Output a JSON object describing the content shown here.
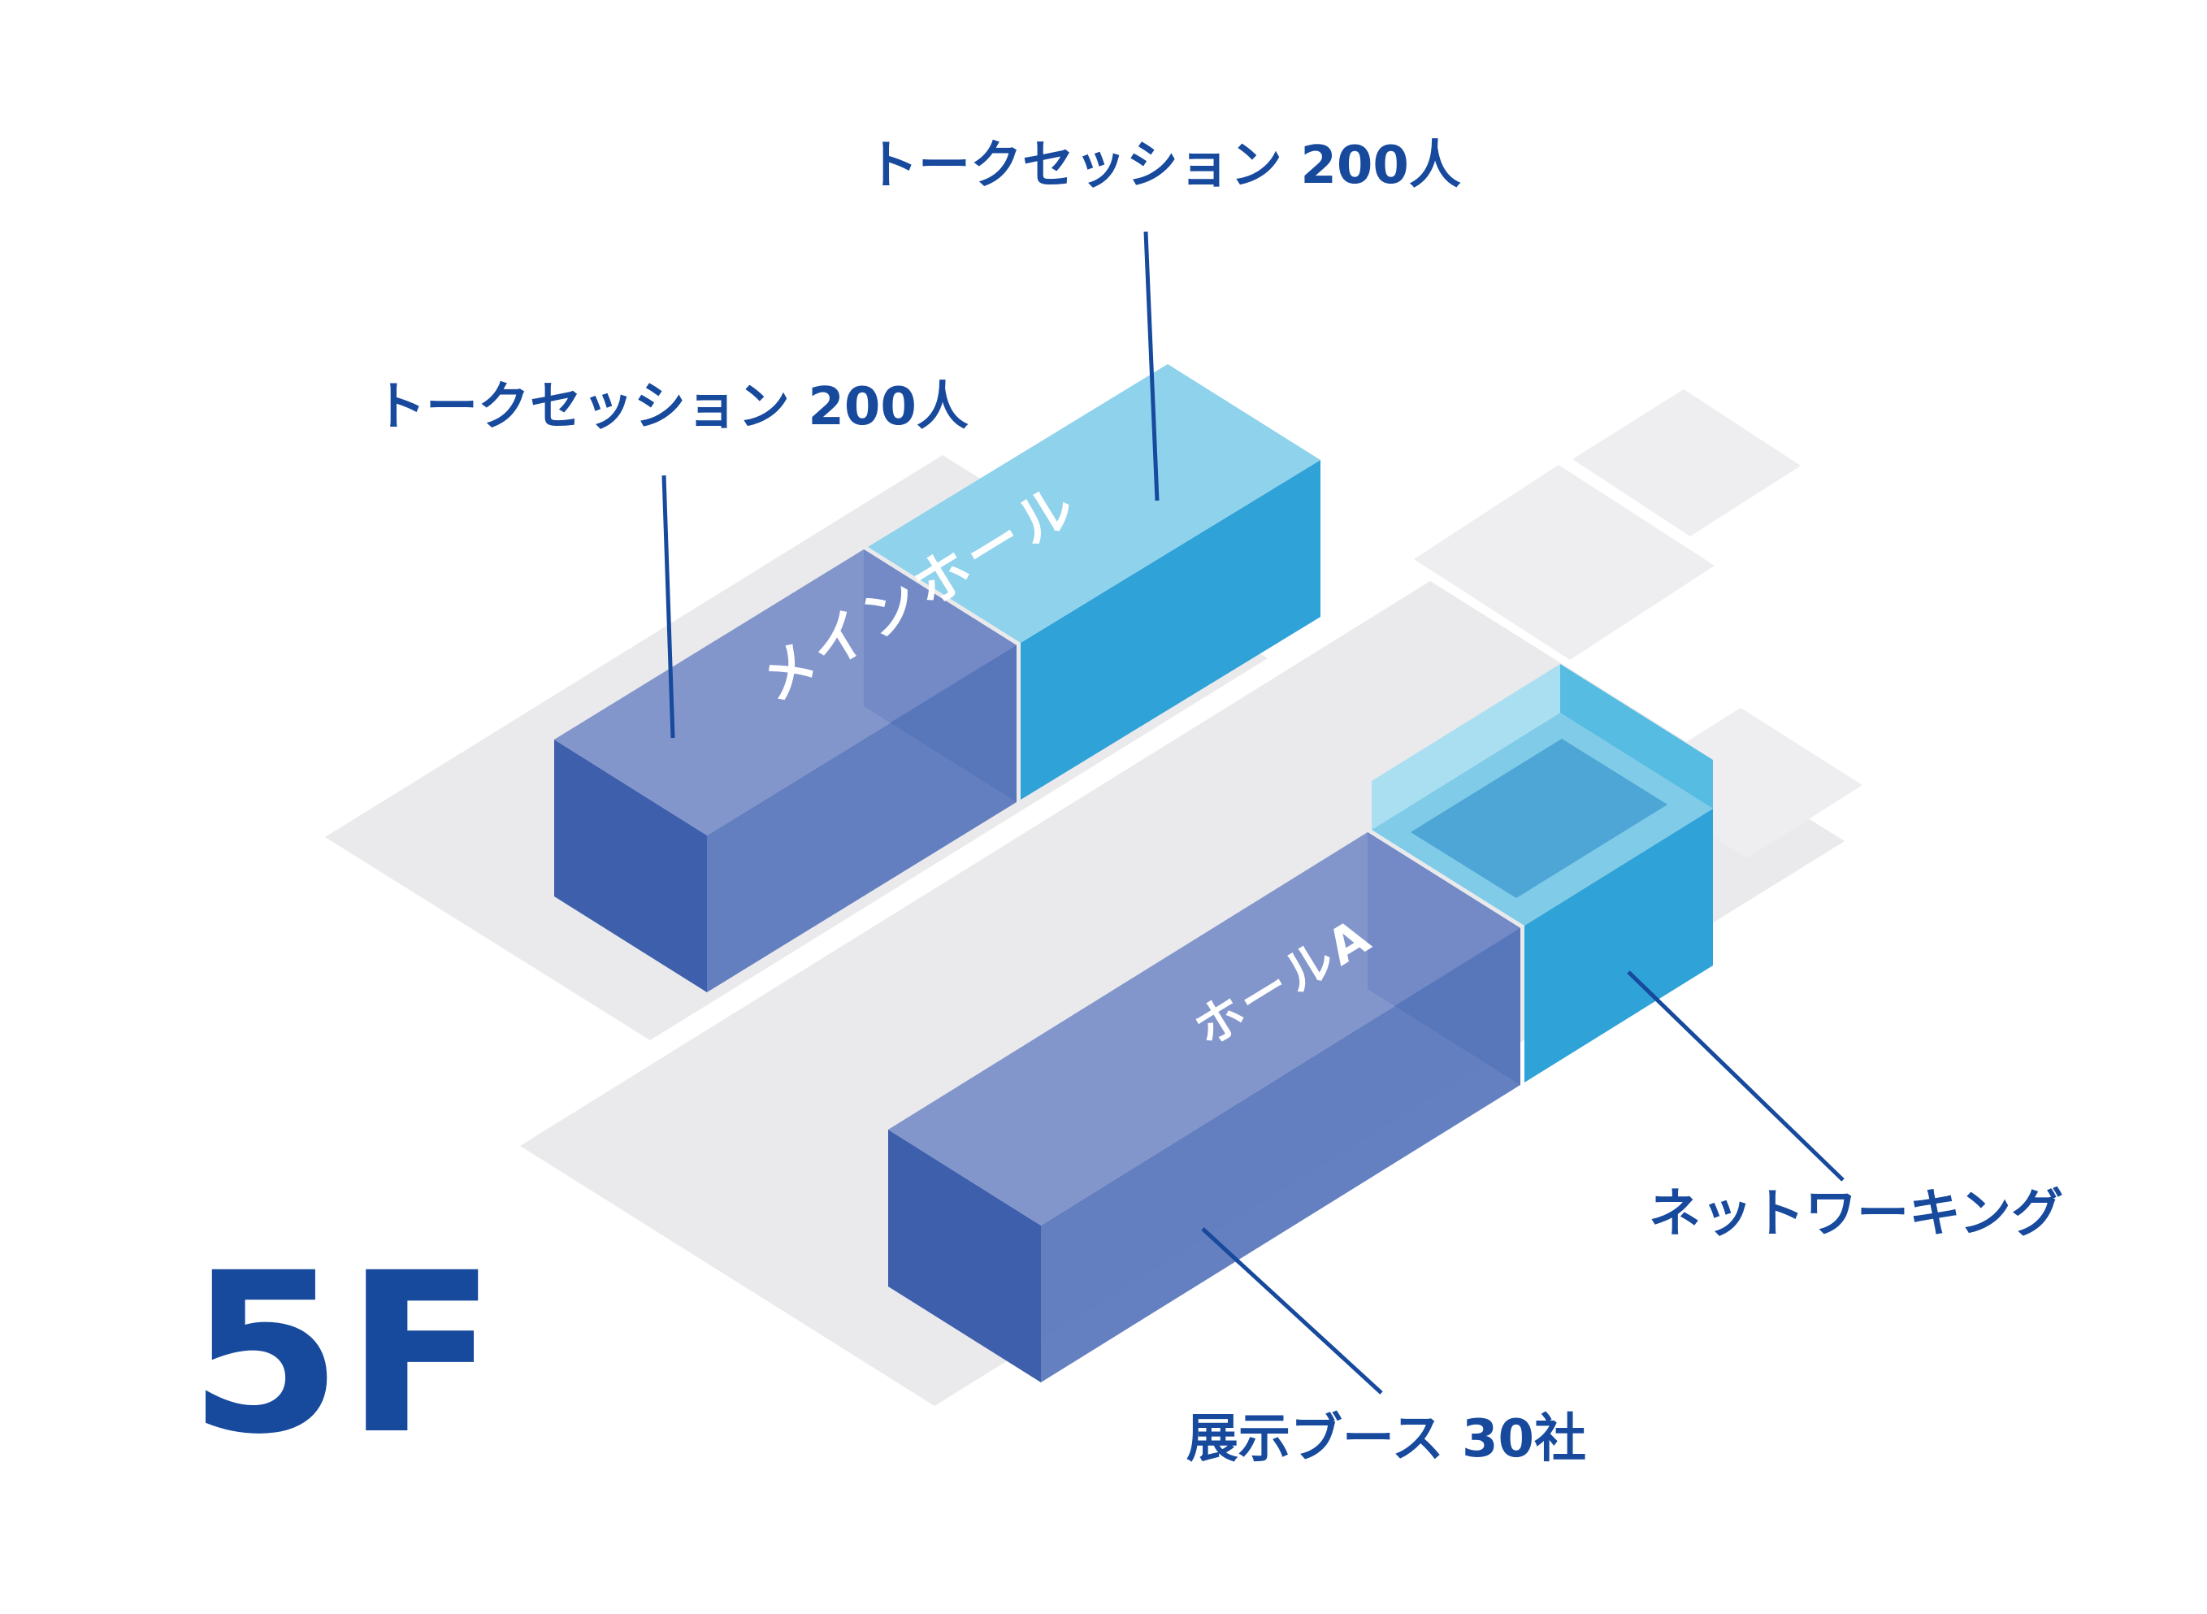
{
  "floor_label": "5F",
  "annotations": {
    "talk_session_top": "トークセッション 200人",
    "talk_session_left": "トークセッション 200人",
    "networking": "ネットワーキング",
    "exhibit_booth": "展示ブース 30社"
  },
  "rooms": {
    "main_hall": "メインホール",
    "hall_a": "ホールA"
  },
  "colors": {
    "label_text": "#17499D",
    "room_text": "#FFFFFF",
    "leader_line": "#17499D",
    "floor": "#EAEAEC",
    "floor_light": "#EEEEF0",
    "hall_blue_top": "#7A8FC9",
    "hall_blue_front": "#5C79BD",
    "hall_blue_end": "#3E5FAC",
    "division_wall": "#1E4FA1",
    "session_cyan_top": "#8FD2EC",
    "session_cyan_front": "#2FA2D8",
    "networking_top": "#7FCBE8",
    "networking_front": "#2FA2D8",
    "networking_back_wall": "#AADFF2",
    "networking_end_wall": "#56BCE2",
    "networking_inner": "#2489C4"
  }
}
